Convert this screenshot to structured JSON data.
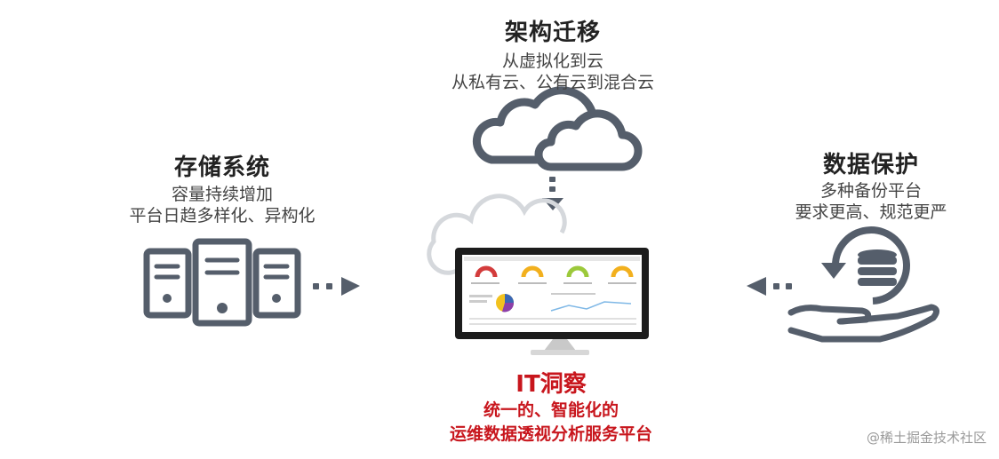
{
  "top": {
    "title": "架构迁移",
    "lines": [
      "从虚拟化到云",
      "从私有云、公有云到混合云"
    ]
  },
  "left": {
    "title": "存储系统",
    "lines": [
      "容量持续增加",
      "平台日趋多样化、异构化"
    ]
  },
  "right": {
    "title": "数据保护",
    "lines": [
      "多种备份平台",
      "要求更高、规范更严"
    ]
  },
  "center": {
    "title": "IT洞察",
    "lines": [
      "统一的、智能化的",
      "运维数据透视分析服务平台"
    ]
  },
  "watermark": "@稀土掘金技术社区",
  "icons": {
    "top": "cloud-icon",
    "left": "server-icon",
    "right": "database-hand-icon",
    "center": "monitor-icon"
  },
  "colors": {
    "icon_stroke": "#555e6b",
    "accent_red": "#c8161d"
  }
}
